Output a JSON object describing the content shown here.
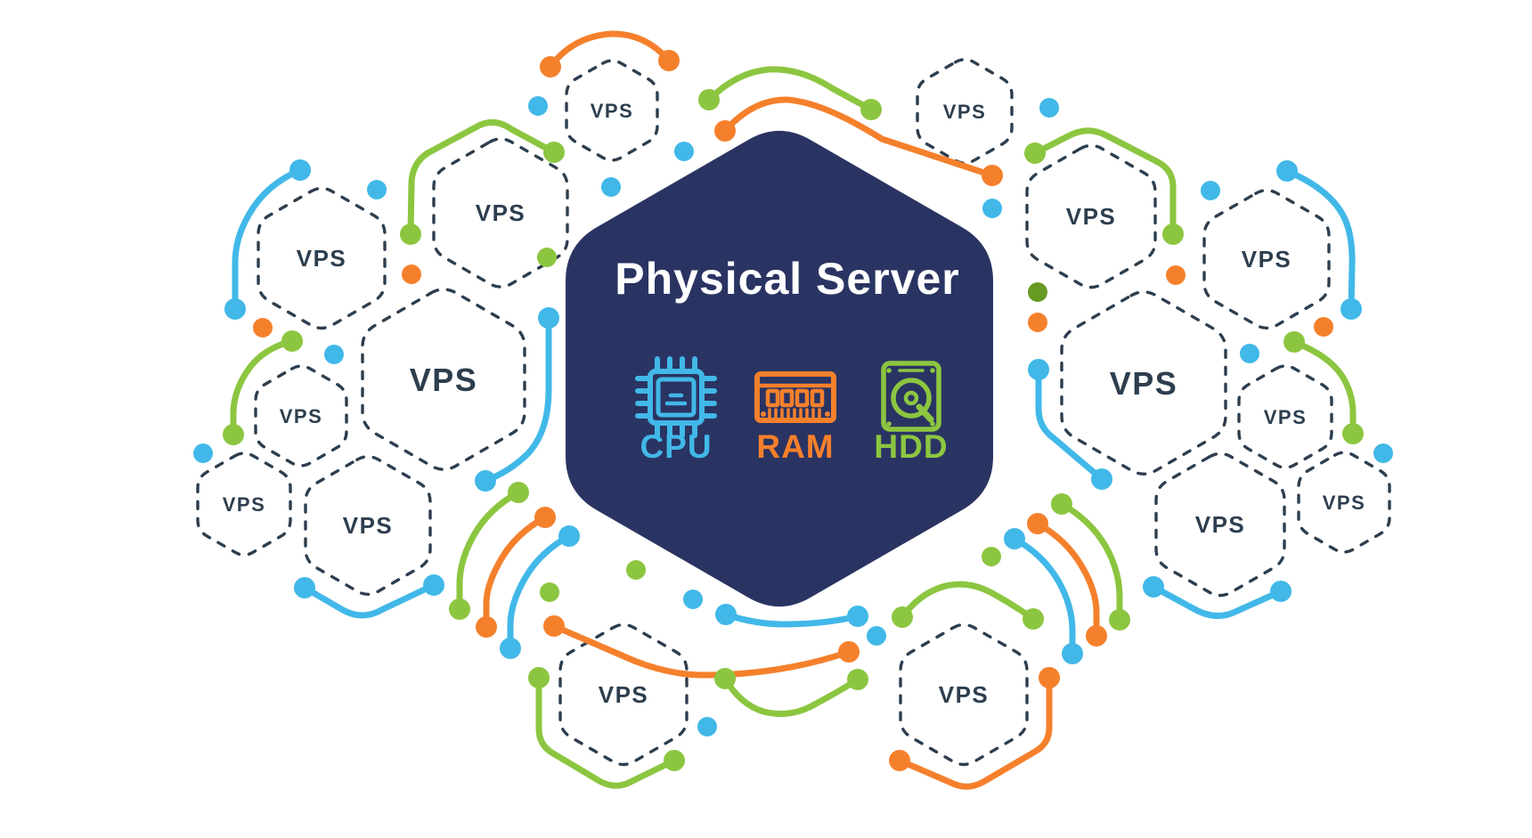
{
  "diagram": {
    "center_node": {
      "title": "Physical Server",
      "components": [
        {
          "label": "CPU",
          "icon": "cpu-chip-icon",
          "color": "#41b8e8"
        },
        {
          "label": "RAM",
          "icon": "ram-memory-icon",
          "color": "#f5802c"
        },
        {
          "label": "HDD",
          "icon": "hdd-disk-icon",
          "color": "#8cc640"
        }
      ]
    },
    "vps_nodes": [
      {
        "label": "VPS"
      },
      {
        "label": "VPS"
      },
      {
        "label": "VPS"
      },
      {
        "label": "VPS"
      },
      {
        "label": "VPS"
      },
      {
        "label": "VPS"
      },
      {
        "label": "VPS"
      },
      {
        "label": "VPS"
      },
      {
        "label": "VPS"
      },
      {
        "label": "VPS"
      },
      {
        "label": "VPS"
      },
      {
        "label": "VPS"
      },
      {
        "label": "VPS"
      },
      {
        "label": "VPS"
      },
      {
        "label": "VPS"
      },
      {
        "label": "VPS"
      }
    ],
    "colors": {
      "navy": "#2a3462",
      "blue": "#41b8e8",
      "orange": "#f5802c",
      "green": "#8cc640",
      "dgreen": "#679a22",
      "slate": "#2d3e4e",
      "background": "#ffffff"
    }
  }
}
